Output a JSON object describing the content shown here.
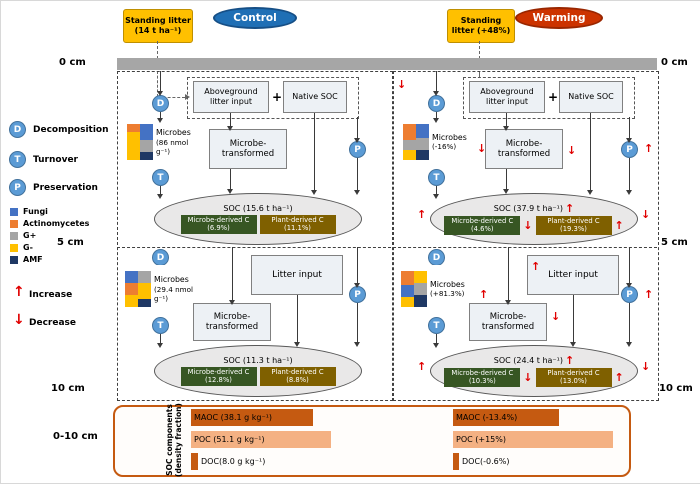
{
  "icons": {
    "up": "↑",
    "down": "↓",
    "plus": "+"
  },
  "colors": {
    "standing_litter": "#FFC000",
    "control": "#1F6FB5",
    "warming": "#CC3300",
    "process_circle": "#5B9BD5",
    "soil_bar": "#A6A6A6",
    "flow_box": "#EDF1F5",
    "ellipse": "#E9E8E8",
    "microbe_derived": "#375623",
    "plant_derived": "#7F6000",
    "maoc": "#C55A11",
    "poc": "#F4B183",
    "red_arrow": "#E00000",
    "fungi": "#4472C4",
    "actinomycetes": "#ED7D31",
    "g_plus": "#A5A5A5",
    "g_minus": "#FFC000",
    "amf": "#1F3864"
  },
  "legend": {
    "d": {
      "letter": "D",
      "label": "Decomposition"
    },
    "t": {
      "letter": "T",
      "label": "Turnover"
    },
    "p": {
      "letter": "P",
      "label": "Preservation"
    },
    "microbe_groups": [
      {
        "label": "Fungi",
        "color": "#4472C4"
      },
      {
        "label": "Actinomycetes",
        "color": "#ED7D31"
      },
      {
        "label": "G+",
        "color": "#A5A5A5"
      },
      {
        "label": "G-",
        "color": "#FFC000"
      },
      {
        "label": "AMF",
        "color": "#1F3864"
      }
    ],
    "increase": "Increase",
    "decrease": "Decrease"
  },
  "depths": {
    "zero": "0 cm",
    "five": "5 cm",
    "ten": "10 cm",
    "range": "0-10 cm"
  },
  "panels": {
    "control": {
      "badge": "Control",
      "standing_line1": "Standing litter",
      "standing_line2": "(14 t ha⁻¹)",
      "layer1": {
        "aboveground": "Aboveground litter input",
        "native": "Native SOC",
        "microbes_label": "Microbes",
        "microbes_value": "(86 nmol g⁻¹)",
        "microbe_transformed": "Microbe-transformed",
        "soc": "SOC (15.6 t ha⁻¹)",
        "microbe_derived": "Microbe-derived C (6.9%)",
        "plant_derived": "Plant-derived C (11.1%)"
      },
      "layer2": {
        "microbes_label": "Microbes",
        "microbes_value": "(29.4 nmol g⁻¹)",
        "litter_input": "Litter input",
        "microbe_transformed": "Microbe-transformed",
        "soc": "SOC (11.3 t ha⁻¹)",
        "microbe_derived": "Microbe-derived C (12.8%)",
        "plant_derived": "Plant-derived C (8.8%)"
      }
    },
    "warming": {
      "badge": "Warming",
      "standing_line1": "Standing",
      "standing_line2": "litter (+48%)",
      "layer1": {
        "aboveground": "Aboveground litter input",
        "native": "Native SOC",
        "microbes_label": "Microbes",
        "microbes_value": "(-16%)",
        "microbe_transformed": "Microbe-transformed",
        "soc": "SOC (37.9 t ha⁻¹)",
        "microbe_derived": "Microbe-derived C (4.6%)",
        "plant_derived": "Plant-derived C (19.3%)"
      },
      "layer2": {
        "microbes_label": "Microbes",
        "microbes_value": "(+81.3%)",
        "litter_input": "Litter input",
        "microbe_transformed": "Microbe-transformed",
        "soc": "SOC (24.4 t ha⁻¹)",
        "microbe_derived": "Microbe-derived C (10.3%)",
        "plant_derived": "Plant-derived C (13.0%)"
      }
    }
  },
  "bottom": {
    "axis_line1": "SOC components",
    "axis_line2": "(density fraction)",
    "control_bars": [
      {
        "name": "MAOC",
        "label": "MAOC (38.1 g kg⁻¹)",
        "value_g_kg": 38.1
      },
      {
        "name": "POC",
        "label": "POC (51.1 g kg⁻¹)",
        "value_g_kg": 51.1
      },
      {
        "name": "DOC",
        "label": "DOC(8.0 g kg⁻¹)",
        "value_g_kg": 8.0
      }
    ],
    "warming_bars": [
      {
        "name": "MAOC",
        "label": "MAOC (-13.4%)",
        "change_pct": -13.4
      },
      {
        "name": "POC",
        "label": "POC (+15%)",
        "change_pct": 15
      },
      {
        "name": "DOC",
        "label": "DOC(-0.6%)",
        "change_pct": -0.6
      }
    ]
  }
}
